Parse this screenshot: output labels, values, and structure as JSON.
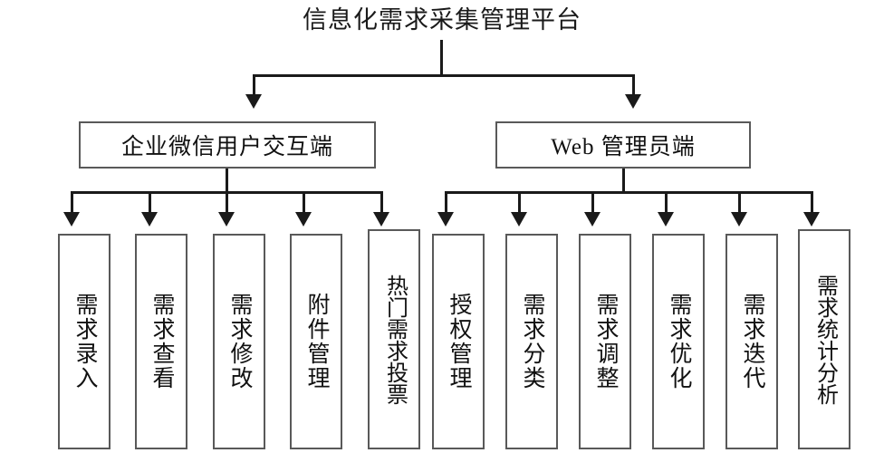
{
  "diagram": {
    "type": "hierarchy-tree",
    "title": "信息化需求采集管理平台",
    "branches": [
      {
        "id": "wecom-client",
        "label": "企业微信用户交互端",
        "children": [
          {
            "label": "需求录入"
          },
          {
            "label": "需求查看"
          },
          {
            "label": "需求修改"
          },
          {
            "label": "附件管理"
          },
          {
            "label": "热门需求投票"
          }
        ]
      },
      {
        "id": "web-admin",
        "label": "Web 管理员端",
        "children": [
          {
            "label": "授权管理"
          },
          {
            "label": "需求分类"
          },
          {
            "label": "需求调整"
          },
          {
            "label": "需求优化"
          },
          {
            "label": "需求迭代"
          },
          {
            "label": "需求统计分析"
          }
        ]
      }
    ],
    "colors": {
      "line": "#1a1a1a",
      "box_border": "#595959",
      "text": "#111111",
      "background": "#ffffff"
    }
  }
}
